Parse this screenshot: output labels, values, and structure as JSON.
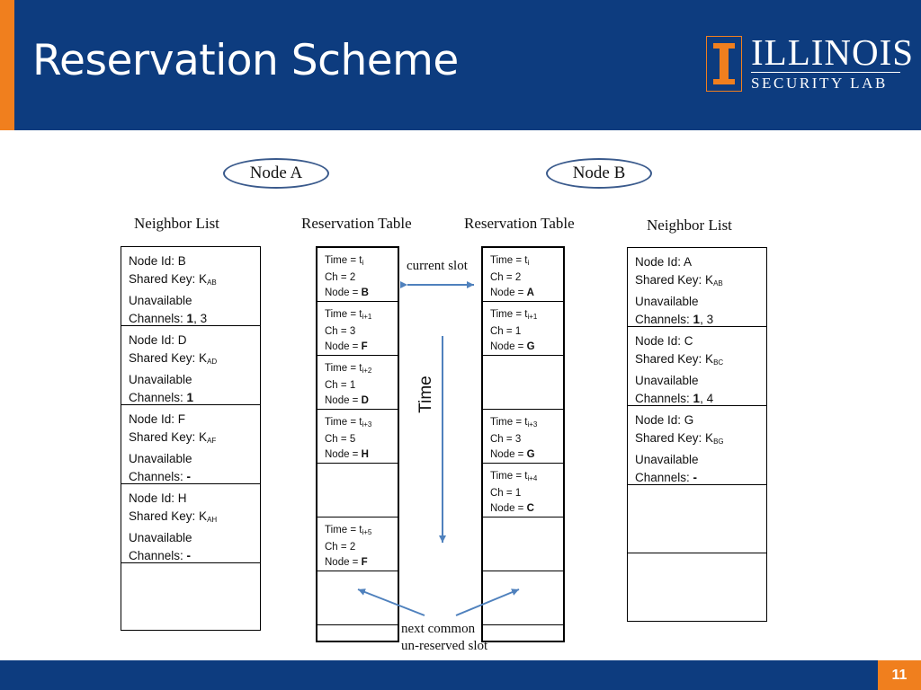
{
  "slide": {
    "title": "Reservation Scheme",
    "page_number": "11"
  },
  "logo": {
    "line1": "ILLINOIS",
    "line2": "SECURITY LAB"
  },
  "colors": {
    "header_blue": "#0d3c7f",
    "accent_orange": "#f07f1e",
    "arrow_blue": "#4f81bd"
  },
  "nodes": {
    "a": "Node A",
    "b": "Node B"
  },
  "labels": {
    "neighbor_list_a": "Neighbor List",
    "reservation_table_a": "Reservation Table",
    "reservation_table_b": "Reservation Table",
    "neighbor_list_b": "Neighbor List",
    "current_slot": "current slot",
    "time": "Time",
    "next_common_1": "next common",
    "next_common_2": "un-reserved slot"
  },
  "field_labels": {
    "node_id": "Node Id: ",
    "shared_key": "Shared Key: K",
    "unavailable": "Unavailable",
    "channels": "Channels: ",
    "time": "Time = t",
    "ch": "Ch = ",
    "node": "Node = "
  },
  "neighbor_list_a": [
    {
      "id": "B",
      "key": "AB",
      "channels": "1, 3"
    },
    {
      "id": "D",
      "key": "AD",
      "channels": "1"
    },
    {
      "id": "F",
      "key": "AF",
      "channels": "-"
    },
    {
      "id": "H",
      "key": "AH",
      "channels": "-"
    },
    {
      "empty": true
    }
  ],
  "neighbor_list_b": [
    {
      "id": "A",
      "key": "AB",
      "channels": "1, 3"
    },
    {
      "id": "C",
      "key": "BC",
      "channels": "1, 4"
    },
    {
      "id": "G",
      "key": "BG",
      "channels": "-"
    },
    {
      "empty": true
    },
    {
      "empty": true
    }
  ],
  "reservation_table_a": [
    {
      "t": "i",
      "ch": "2",
      "node": "B"
    },
    {
      "t": "i+1",
      "ch": "3",
      "node": "F"
    },
    {
      "t": "i+2",
      "ch": "1",
      "node": "D"
    },
    {
      "t": "i+3",
      "ch": "5",
      "node": "H"
    },
    {
      "empty": true
    },
    {
      "t": "i+5",
      "ch": "2",
      "node": "F"
    },
    {
      "empty": true
    },
    {
      "empty": true
    }
  ],
  "reservation_table_b": [
    {
      "t": "i",
      "ch": "2",
      "node": "A"
    },
    {
      "t": "i+1",
      "ch": "1",
      "node": "G"
    },
    {
      "empty": true
    },
    {
      "t": "i+3",
      "ch": "3",
      "node": "G"
    },
    {
      "t": "i+4",
      "ch": "1",
      "node": "C"
    },
    {
      "empty": true
    },
    {
      "empty": true
    },
    {
      "empty": true
    }
  ]
}
